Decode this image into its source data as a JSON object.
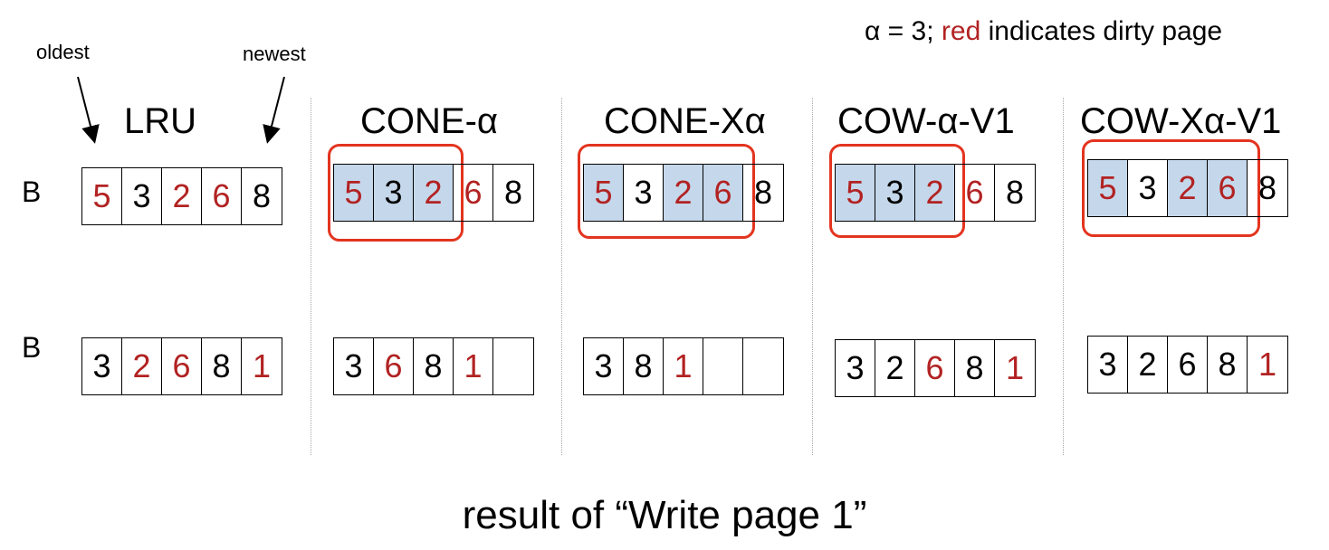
{
  "note": {
    "alpha": "α = 3;",
    "red_word": "red",
    "rest": "indicates dirty page"
  },
  "pointers": {
    "oldest": "oldest",
    "newest": "newest"
  },
  "row_label": "B",
  "caption": "result of “Write page 1”",
  "colors": {
    "dirty": "#b22222",
    "selected": "#c5d7ea",
    "highlight": "#e3341f"
  },
  "policies": [
    {
      "name": "LRU",
      "before": [
        {
          "v": "5",
          "dirty": true
        },
        {
          "v": "3"
        },
        {
          "v": "2",
          "dirty": true
        },
        {
          "v": "6",
          "dirty": true
        },
        {
          "v": "8"
        }
      ],
      "after": [
        {
          "v": "3"
        },
        {
          "v": "2",
          "dirty": true
        },
        {
          "v": "6",
          "dirty": true
        },
        {
          "v": "8"
        },
        {
          "v": "1",
          "dirty": true
        }
      ]
    },
    {
      "name": "CONE-α",
      "before": [
        {
          "v": "5",
          "dirty": true,
          "sel": true
        },
        {
          "v": "3",
          "sel": true
        },
        {
          "v": "2",
          "dirty": true,
          "sel": true
        },
        {
          "v": "6",
          "dirty": true
        },
        {
          "v": "8"
        }
      ],
      "after": [
        {
          "v": "3"
        },
        {
          "v": "6",
          "dirty": true
        },
        {
          "v": "8"
        },
        {
          "v": "1",
          "dirty": true
        },
        {
          "v": ""
        }
      ]
    },
    {
      "name": "CONE-Xα",
      "before": [
        {
          "v": "5",
          "dirty": true,
          "sel": true
        },
        {
          "v": "3"
        },
        {
          "v": "2",
          "dirty": true,
          "sel": true
        },
        {
          "v": "6",
          "dirty": true,
          "sel": true
        },
        {
          "v": "8"
        }
      ],
      "after": [
        {
          "v": "3"
        },
        {
          "v": "8"
        },
        {
          "v": "1",
          "dirty": true
        },
        {
          "v": ""
        },
        {
          "v": ""
        }
      ]
    },
    {
      "name": "COW-α-V1",
      "before": [
        {
          "v": "5",
          "dirty": true,
          "sel": true
        },
        {
          "v": "3",
          "sel": true
        },
        {
          "v": "2",
          "dirty": true,
          "sel": true
        },
        {
          "v": "6",
          "dirty": true
        },
        {
          "v": "8"
        }
      ],
      "after": [
        {
          "v": "3"
        },
        {
          "v": "2"
        },
        {
          "v": "6",
          "dirty": true
        },
        {
          "v": "8"
        },
        {
          "v": "1",
          "dirty": true
        }
      ]
    },
    {
      "name": "COW-Xα-V1",
      "before": [
        {
          "v": "5",
          "dirty": true,
          "sel": true
        },
        {
          "v": "3"
        },
        {
          "v": "2",
          "dirty": true,
          "sel": true
        },
        {
          "v": "6",
          "dirty": true,
          "sel": true
        },
        {
          "v": "8"
        }
      ],
      "after": [
        {
          "v": "3"
        },
        {
          "v": "2"
        },
        {
          "v": "6"
        },
        {
          "v": "8"
        },
        {
          "v": "1",
          "dirty": true
        }
      ]
    }
  ]
}
